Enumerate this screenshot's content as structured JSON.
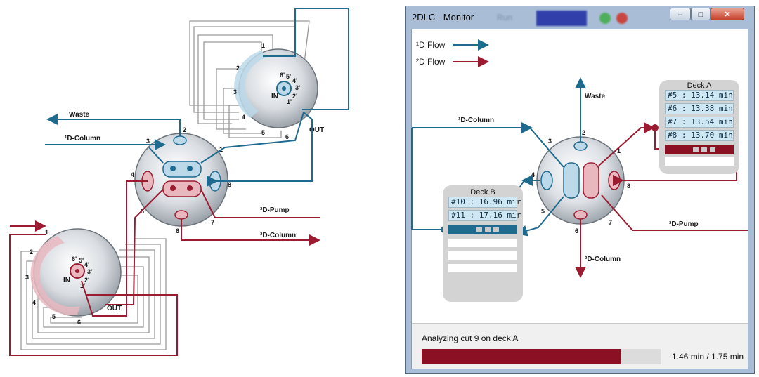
{
  "left_diagram": {
    "labels": {
      "waste": "Waste",
      "d1_column": "¹D-Column",
      "d2_pump": "²D-Pump",
      "d2_column": "²D-Column",
      "in": "IN",
      "out": "OUT"
    },
    "center_valve_ports": [
      "1",
      "2",
      "3",
      "4",
      "5",
      "6",
      "7",
      "8"
    ],
    "top_valve_ports": [
      "1",
      "2",
      "3",
      "4",
      "5",
      "6",
      "1'",
      "2'",
      "3'",
      "4'",
      "5'",
      "6'"
    ],
    "bottom_valve_ports": [
      "1",
      "2",
      "3",
      "4",
      "5",
      "6",
      "1'",
      "2'",
      "3'",
      "4'",
      "5'",
      "6'"
    ]
  },
  "window": {
    "title": "2DLC - Monitor",
    "blurred_text": "Run",
    "minimize_label": "–",
    "maximize_label": "□",
    "close_label": "✕"
  },
  "legend": {
    "flow1": "¹D Flow",
    "flow2": "²D Flow",
    "color1": "#1f6a8f",
    "color2": "#9b1b30"
  },
  "monitor_diagram": {
    "waste": "Waste",
    "d1_column": "¹D-Column",
    "d2_pump": "²D-Pump",
    "d2_column": "²D-Column",
    "ports": [
      "1",
      "2",
      "3",
      "4",
      "5",
      "6",
      "7",
      "8"
    ]
  },
  "deck_a": {
    "title": "Deck A",
    "cuts": [
      "#5 : 13.14 min",
      "#6 : 13.38 min",
      "#7 : 13.54 min",
      "#8 : 13.70 min"
    ]
  },
  "deck_b": {
    "title": "Deck B",
    "cuts": [
      "#10 : 16.96 mir",
      "#11 : 17.16 mir"
    ]
  },
  "status": {
    "text": "Analyzing cut 9 on deck A",
    "elapsed": 1.46,
    "total": 1.75,
    "time_text": "1.46 min / 1.75 min",
    "bar_color": "#8c1024"
  }
}
